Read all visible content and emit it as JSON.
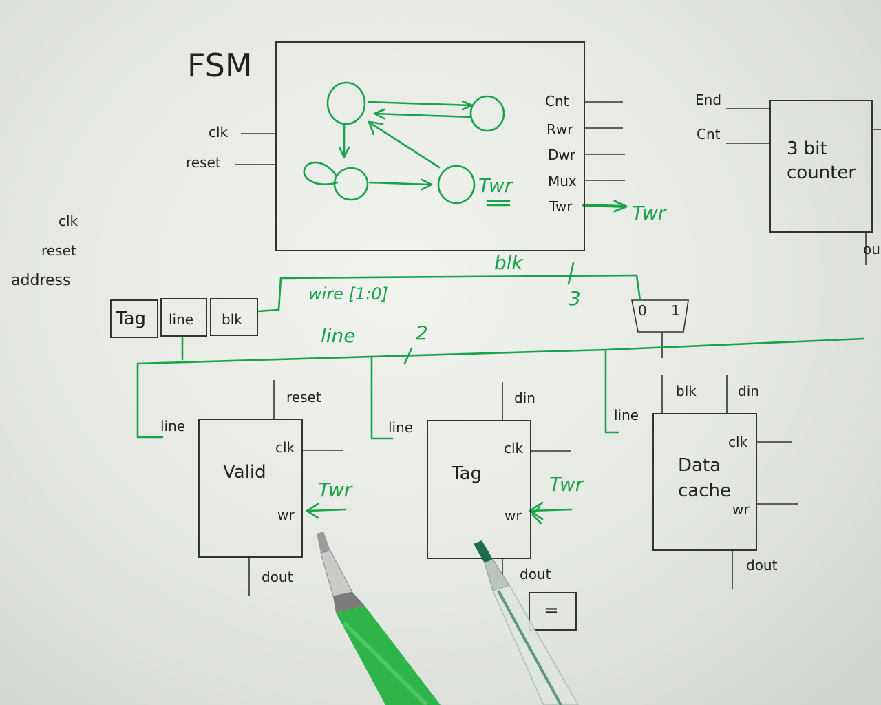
{
  "fsm": {
    "title": "FSM",
    "inputs": [
      "clk",
      "reset"
    ],
    "outputs": [
      "Cnt",
      "Rwr",
      "Dwr",
      "Mux",
      "Twr"
    ],
    "state_label": "Twr"
  },
  "counter": {
    "label_line1": "3 bit",
    "label_line2": "counter",
    "inputs": [
      "End",
      "Cnt"
    ],
    "output": "ou"
  },
  "top_inputs": [
    "clk",
    "reset",
    "address"
  ],
  "address_fields": [
    "Tag",
    "line",
    "blk"
  ],
  "mux": {
    "in0": "0",
    "in1": "1"
  },
  "valid": {
    "name": "Valid",
    "in_line": "line",
    "reset": "reset",
    "clk": "clk",
    "wr": "wr",
    "dout": "dout"
  },
  "tag_block": {
    "name": "Tag",
    "in_line": "line",
    "din": "din",
    "clk": "clk",
    "wr": "wr",
    "dout": "dout"
  },
  "data_cache": {
    "name_line1": "Data",
    "name_line2": "cache",
    "in_line": "line",
    "blk": "blk",
    "din": "din",
    "clk": "clk",
    "wr": "wr",
    "dout": "dout"
  },
  "comparator": {
    "symbol": "="
  },
  "handwriting": {
    "twr_out": "Twr",
    "blk": "blk",
    "blk_width": "3",
    "wire": "wire [1:0]",
    "line": "line",
    "line_width": "2",
    "twr_valid": "Twr",
    "twr_tag": "Twr"
  },
  "colors": {
    "ink": "#222222",
    "green_pen": "#18a34a",
    "paper": "#eceeea"
  }
}
